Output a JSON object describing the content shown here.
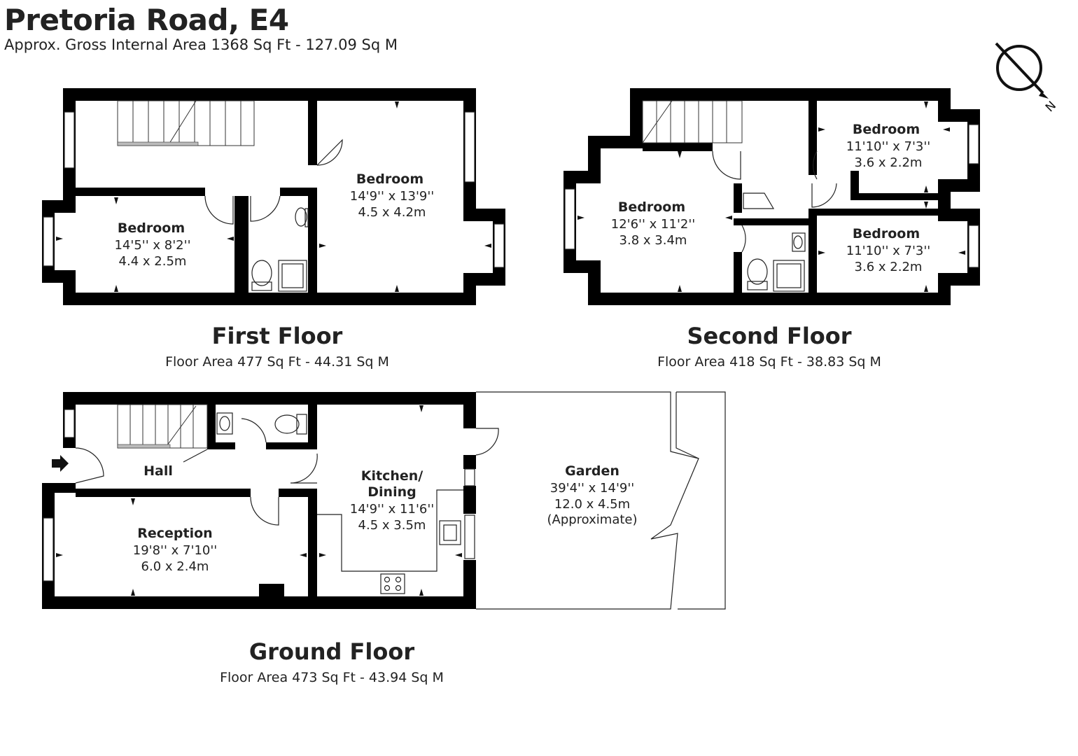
{
  "header": {
    "title": "Pretoria Road, E4",
    "subtitle": "Approx. Gross Internal Area 1368 Sq Ft - 127.09 Sq M"
  },
  "compass": {
    "label": "N",
    "icon": "north-arrow-icon"
  },
  "floors": {
    "first": {
      "name": "First Floor",
      "area": "Floor Area 477 Sq Ft - 44.31 Sq M",
      "rooms": [
        {
          "name": "Bedroom",
          "dim_imperial": "14'5'' x 8'2''",
          "dim_metric": "4.4 x 2.5m"
        },
        {
          "name": "Bedroom",
          "dim_imperial": "14'9'' x 13'9''",
          "dim_metric": "4.5 x 4.2m"
        }
      ]
    },
    "second": {
      "name": "Second Floor",
      "area": "Floor Area 418 Sq Ft - 38.83 Sq M",
      "rooms": [
        {
          "name": "Bedroom",
          "dim_imperial": "12'6'' x 11'2''",
          "dim_metric": "3.8 x 3.4m"
        },
        {
          "name": "Bedroom",
          "dim_imperial": "11'10'' x 7'3''",
          "dim_metric": "3.6 x 2.2m"
        },
        {
          "name": "Bedroom",
          "dim_imperial": "11'10'' x 7'3''",
          "dim_metric": "3.6 x 2.2m"
        }
      ]
    },
    "ground": {
      "name": "Ground Floor",
      "area": "Floor Area 473 Sq Ft - 43.94 Sq M",
      "hall": "Hall",
      "reception": {
        "name": "Reception",
        "dim_imperial": "19'8'' x 7'10''",
        "dim_metric": "6.0 x 2.4m"
      },
      "kitchen": {
        "name_line1": "Kitchen/",
        "name_line2": "Dining",
        "dim_imperial": "14'9'' x 11'6''",
        "dim_metric": "4.5 x 3.5m"
      },
      "garden": {
        "name": "Garden",
        "dim_imperial": "39'4'' x 14'9''",
        "dim_metric": "12.0 x 4.5m",
        "note": "(Approximate)"
      }
    }
  }
}
